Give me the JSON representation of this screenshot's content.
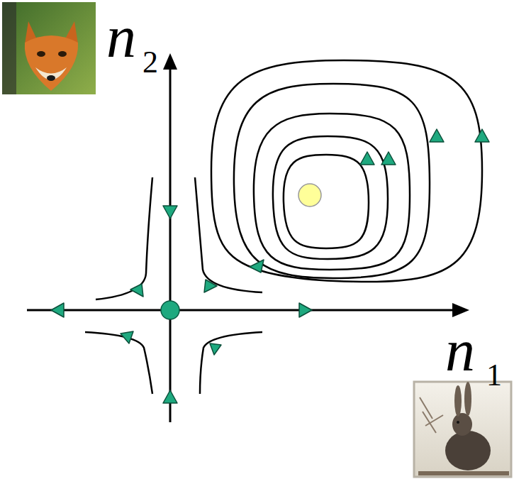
{
  "diagram": {
    "labels": [
      "n",
      "2",
      "n",
      "1"
    ]
  }
}
